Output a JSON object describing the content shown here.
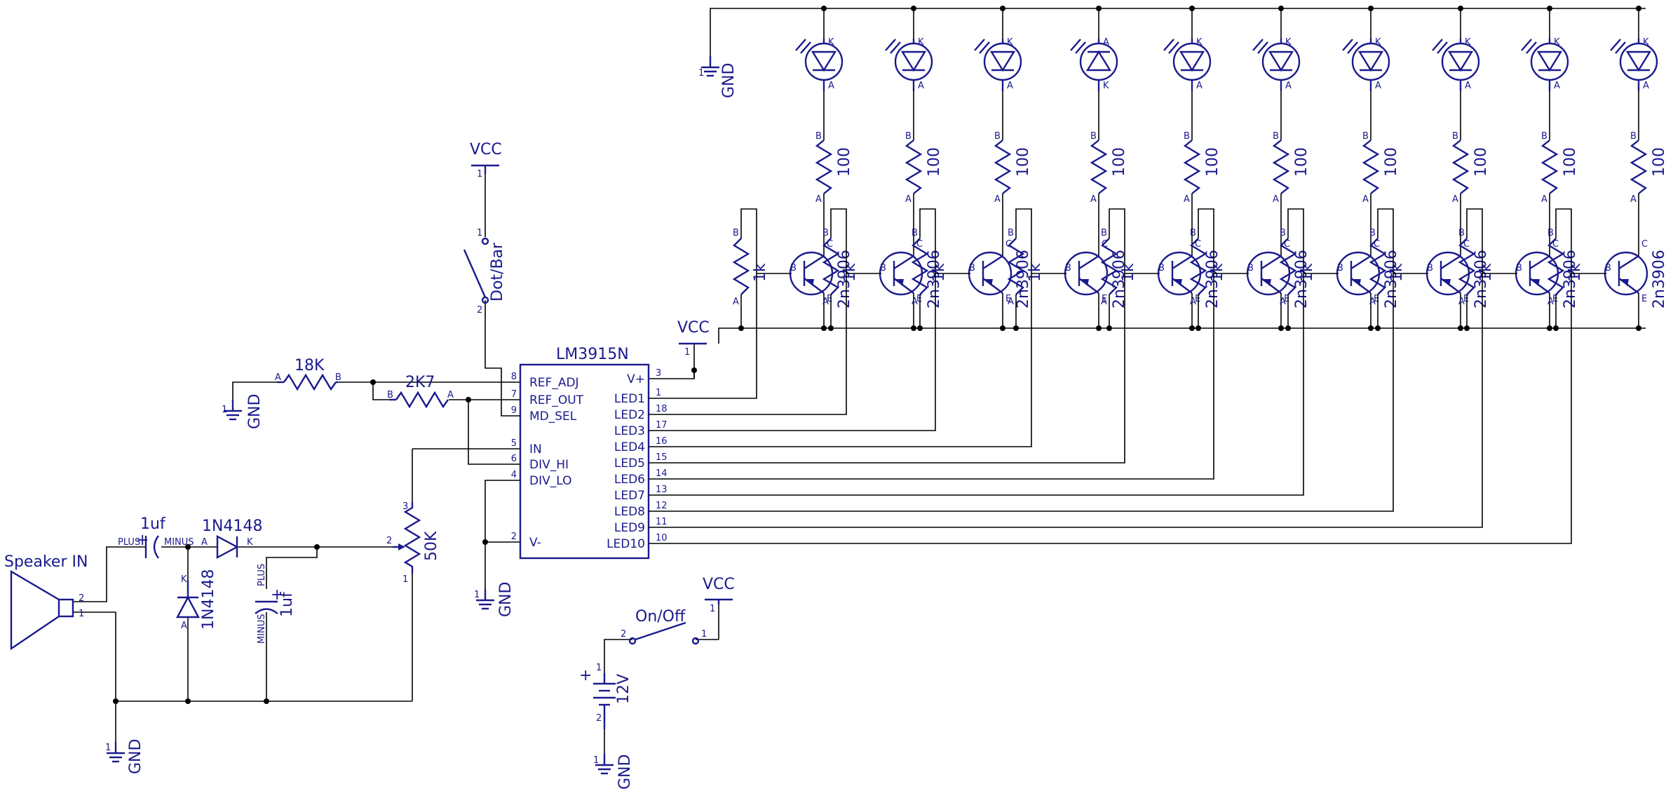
{
  "chip": {
    "name": "LM3915N",
    "left_pins": [
      {
        "num": "8",
        "name": "REF_ADJ"
      },
      {
        "num": "7",
        "name": "REF_OUT"
      },
      {
        "num": "9",
        "name": "MD_SEL"
      },
      {
        "num": "5",
        "name": "IN"
      },
      {
        "num": "6",
        "name": "DIV_HI"
      },
      {
        "num": "4",
        "name": "DIV_LO"
      },
      {
        "num": "2",
        "name": "V-"
      }
    ],
    "right_pins": [
      {
        "num": "3",
        "name": "V+"
      },
      {
        "num": "1",
        "name": "LED1"
      },
      {
        "num": "18",
        "name": "LED2"
      },
      {
        "num": "17",
        "name": "LED3"
      },
      {
        "num": "16",
        "name": "LED4"
      },
      {
        "num": "15",
        "name": "LED5"
      },
      {
        "num": "14",
        "name": "LED6"
      },
      {
        "num": "13",
        "name": "LED7"
      },
      {
        "num": "12",
        "name": "LED8"
      },
      {
        "num": "11",
        "name": "LED9"
      },
      {
        "num": "10",
        "name": "LED10"
      }
    ]
  },
  "labels": {
    "vcc": "VCC",
    "gnd": "GND",
    "r18k": "18K",
    "r2k7": "2K7",
    "dot_bar": "Dot/Bar",
    "pot": "50K",
    "speaker": "Speaker IN",
    "cap1": "1uf",
    "cap2": "1uf",
    "diode1": "1N4148",
    "diode2": "1N4148",
    "on_off": "On/Off",
    "battery": "12V",
    "led_res": "100",
    "base_res": "1k",
    "transistor": "2n3906",
    "plus": "PLUS",
    "minus": "MINUS",
    "pin_a": "A",
    "pin_b": "B",
    "pin_k": "K",
    "pin_e": "E",
    "pin_c": "C",
    "pin_1": "1",
    "pin_2": "2",
    "pin_3": "3",
    "batt_plus": "+"
  },
  "led_channel_count": 10
}
